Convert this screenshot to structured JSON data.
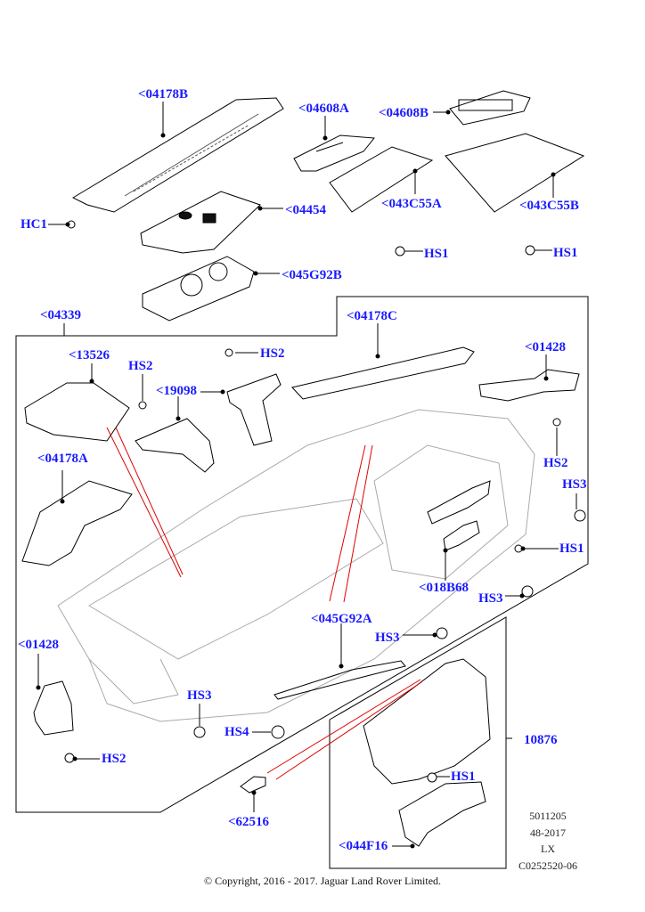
{
  "diagram": {
    "title": "Instrument panel exploded view",
    "accent_color": "#1a1aff",
    "leader_color": "#000000",
    "reference_line_color": "#e00000",
    "callouts": [
      {
        "id": "c-04178B",
        "text": "<04178B"
      },
      {
        "id": "c-HC1",
        "text": "HC1"
      },
      {
        "id": "c-04454",
        "text": "<04454"
      },
      {
        "id": "c-045G92B",
        "text": "<045G92B"
      },
      {
        "id": "c-04608A",
        "text": "<04608A"
      },
      {
        "id": "c-04608B",
        "text": "<04608B"
      },
      {
        "id": "c-043C55A",
        "text": "<043C55A"
      },
      {
        "id": "c-043C55B",
        "text": "<043C55B"
      },
      {
        "id": "c-HS1-a",
        "text": "HS1"
      },
      {
        "id": "c-HS1-b",
        "text": "HS1"
      },
      {
        "id": "c-04339",
        "text": "<04339"
      },
      {
        "id": "c-13526",
        "text": "<13526"
      },
      {
        "id": "c-HS2-a",
        "text": "HS2"
      },
      {
        "id": "c-19098",
        "text": "<19098"
      },
      {
        "id": "c-HS2-b",
        "text": "HS2"
      },
      {
        "id": "c-04178C",
        "text": "<04178C"
      },
      {
        "id": "c-01428-a",
        "text": "<01428"
      },
      {
        "id": "c-HS2-c",
        "text": "HS2"
      },
      {
        "id": "c-HS3-a",
        "text": "HS3"
      },
      {
        "id": "c-04178A",
        "text": "<04178A"
      },
      {
        "id": "c-HS1-c",
        "text": "HS1"
      },
      {
        "id": "c-018B68",
        "text": "<018B68"
      },
      {
        "id": "c-HS3-b",
        "text": "HS3"
      },
      {
        "id": "c-045G92A",
        "text": "<045G92A"
      },
      {
        "id": "c-HS3-c",
        "text": "HS3"
      },
      {
        "id": "c-01428-b",
        "text": "<01428"
      },
      {
        "id": "c-HS3-d",
        "text": "HS3"
      },
      {
        "id": "c-HS4",
        "text": "HS4"
      },
      {
        "id": "c-HS2-d",
        "text": "HS2"
      },
      {
        "id": "c-10876",
        "text": "10876"
      },
      {
        "id": "c-HS1-d",
        "text": "HS1"
      },
      {
        "id": "c-62516",
        "text": "<62516"
      },
      {
        "id": "c-044F16",
        "text": "<044F16"
      }
    ]
  },
  "meta": {
    "line1": "5011205",
    "line2": "48-2017",
    "line3": "LX",
    "line4": "C0252520-06"
  },
  "footer": {
    "copyright": "© Copyright, 2016 - 2017. Jaguar Land Rover Limited."
  }
}
